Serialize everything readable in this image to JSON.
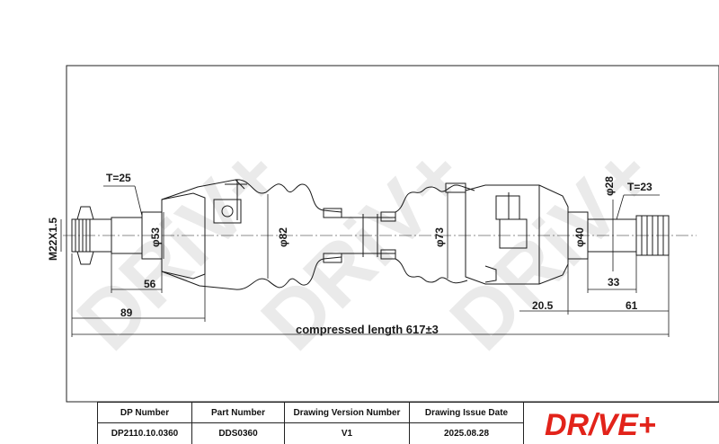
{
  "watermark": "DRiV+",
  "dimensions": {
    "thread": "M22X1.5",
    "torque_left": "T=25",
    "torque_right": "T=23",
    "phi53": "φ53",
    "phi82": "φ82",
    "phi73": "φ73",
    "phi40": "φ40",
    "phi28": "φ28",
    "len56": "56",
    "len89": "89",
    "len33": "33",
    "len20_5": "20.5",
    "len61": "61",
    "compressed": "compressed length 617±3"
  },
  "title_block": {
    "dp_number_label": "DP Number",
    "dp_number_value": "DP2110.10.0360",
    "part_number_label": "Part Number",
    "part_number_value": "DDS0360",
    "version_label": "Drawing Version Number",
    "version_value": "V1",
    "date_label": "Drawing Issue Date",
    "date_value": "2025.08.28",
    "logo_text": "DR/VE+"
  },
  "colors": {
    "line": "#1a1a1a",
    "watermark": "#d9d9d9",
    "logo_red": "#e2231a"
  }
}
